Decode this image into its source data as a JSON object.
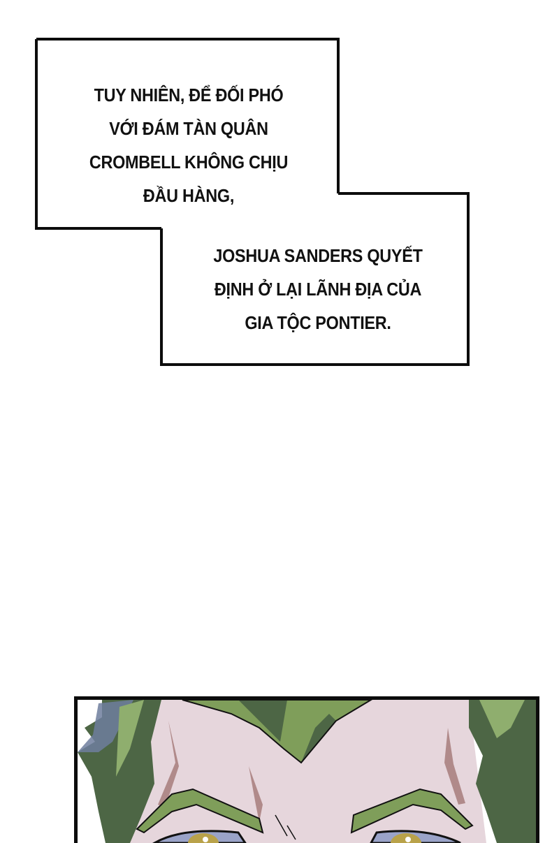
{
  "page": {
    "background": "#ffffff",
    "border_color": "#0c0c0c"
  },
  "captions": [
    {
      "id": "caption-1",
      "lines": [
        "TUY NHIÊN, ĐỂ ĐỐI PHÓ",
        "VỚI ĐÁM TÀN QUÂN",
        "CROMBELL KHÔNG CHỊU",
        "ĐẦU HÀNG,"
      ]
    },
    {
      "id": "caption-2",
      "lines": [
        "JOSHUA SANDERS QUYẾT",
        "ĐỊNH Ở LẠI LÃNH ĐỊA CỦA",
        "GIA TỘC PONTIER."
      ]
    }
  ],
  "panel": {
    "description": "close-up of a man's face: green spiky hair, furrowed green eyebrows, golden eyes",
    "colors": {
      "skin": "#e6d6dc",
      "skin_shadow": "#b08a8a",
      "hair_light": "#8fae6e",
      "hair_dark": "#4d6645",
      "hair_blue": "#6f7e9e",
      "eyebrow": "#7f9e5a",
      "eye_iris": "#b9a24a",
      "eye_white": "#9aa3c8",
      "line": "#111111"
    }
  }
}
